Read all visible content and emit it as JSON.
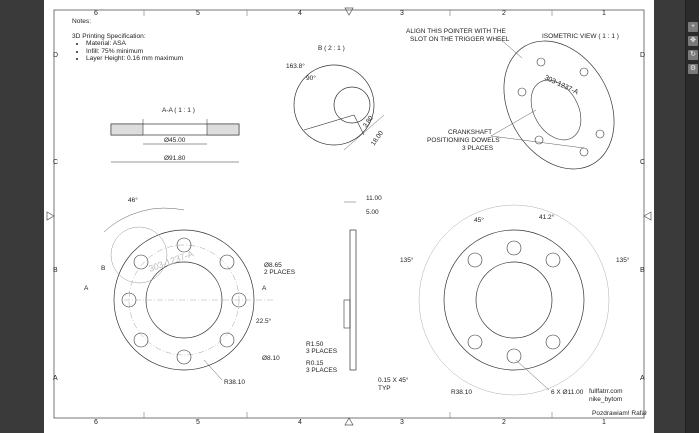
{
  "notes": {
    "title": "Notes:",
    "spec_title": "3D Printing Specification:",
    "items": [
      "Material: ASA",
      "Infill: 75% minimum",
      "Layer Height: 0.16 mm maximum"
    ]
  },
  "border": {
    "cols": [
      "6",
      "5",
      "4",
      "3",
      "2",
      "1"
    ],
    "rows": [
      "D",
      "C",
      "B",
      "A"
    ]
  },
  "views": {
    "section": {
      "title": "A-A ( 1 : 1 )",
      "d1": "Ø45.00",
      "d2": "Ø91.80"
    },
    "detail": {
      "title": "B ( 2 : 1 )",
      "angle1": "163.8°",
      "angle2": "90°",
      "dim1": "3.80",
      "dim2": "18.00"
    },
    "iso": {
      "title": "ISOMETRIC VIEW ( 1 : 1 )",
      "note1": "ALIGN THIS POINTER WITH THE",
      "note2": "SLOT ON THE TRIGGER WHEEL",
      "label": "303-1237-A",
      "note3": "CRANKSHAFT",
      "note4": "POSITIONING DOWELS",
      "note5": "3 PLACES"
    },
    "front": {
      "angle": "46°",
      "label": "303-1237-A",
      "callout_b": "B",
      "sec_a": "A",
      "hole1": "Ø8.65",
      "hole1_q": "2 PLACES",
      "angle2": "22.5°",
      "hole2": "Ø8.10",
      "radius": "R38.10"
    },
    "side": {
      "d1": "11.00",
      "d2": "5.00",
      "r1": "R1.50",
      "r1_q": "3 PLACES",
      "r2": "R0.15",
      "r2_q": "3 PLACES",
      "chamfer": "0.15 X 45°",
      "chamfer_q": "TYP"
    },
    "rear": {
      "a1": "45°",
      "a2": "41.2°",
      "a3": "135°",
      "a4": "135°",
      "radius": "R38.10",
      "holes": "6 X Ø11.00"
    }
  },
  "footer": {
    "line1": "fullfatrr.com",
    "line2": "nike_bytom",
    "greeting": "Pozdrawiam! Rafał"
  }
}
